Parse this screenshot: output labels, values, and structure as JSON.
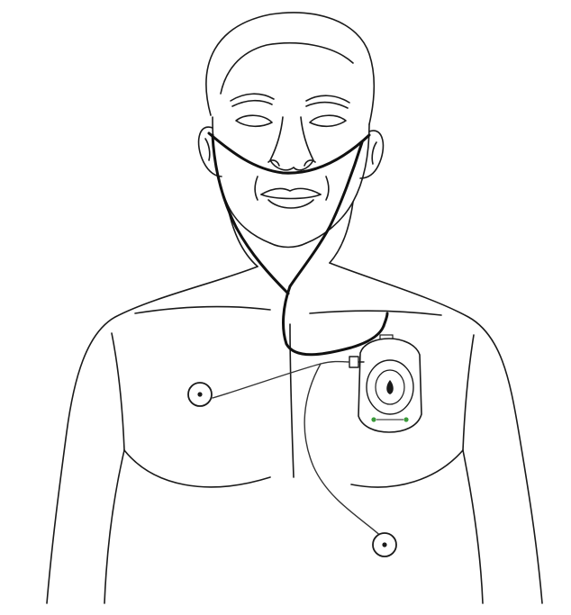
{
  "colors": {
    "background": "#ffffff",
    "outline": "#1a1a1a",
    "tube": "#111111",
    "electrode_lead": "#333333",
    "device_body": "#ffffff",
    "connector_green": "#3a9a3a"
  },
  "components": [
    {
      "name": "nasal-cannula",
      "icon": "cannula-tube-icon"
    },
    {
      "name": "chest-monitor-device",
      "icon": "monitor-device-icon"
    },
    {
      "name": "electrode-left",
      "icon": "electrode-icon"
    },
    {
      "name": "electrode-lower",
      "icon": "electrode-icon"
    }
  ]
}
